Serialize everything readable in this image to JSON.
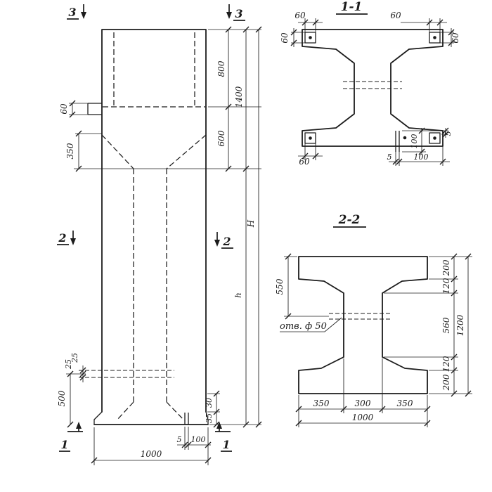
{
  "colors": {
    "ink": "#1c1c1c",
    "paper": "#ffffff"
  },
  "elevation": {
    "markers": {
      "top_left": "3",
      "top_right": "3",
      "mid_left": "2",
      "mid_right": "2",
      "bottom_left": "1",
      "bottom_right": "1"
    },
    "dims": {
      "step": "60",
      "taper": "350",
      "top_block": "800",
      "neck": "600",
      "upper_total": "1400",
      "overall": "H",
      "shaft": "h",
      "hole_upper": "25",
      "hole_lower": "25",
      "hole_height": "500",
      "foot_upper": "30",
      "foot_lower": "35",
      "plate_thk": "5",
      "plate_len": "100",
      "width": "1000"
    }
  },
  "section11": {
    "title": "1-1",
    "dims": {
      "plate_tl": "60",
      "plate_tr": "60",
      "tip_left": "60",
      "tip_right": "60",
      "plate_bl": "60",
      "plate_thk": "5",
      "plate_len": "100",
      "side_len": "100",
      "side_thk": "5"
    }
  },
  "section22": {
    "title": "2-2",
    "hole_note": "отв. ф 50",
    "dims": {
      "hole_top": "550",
      "tip_top": "200",
      "haunch_top": "120",
      "web": "560",
      "haunch_bottom": "120",
      "tip_bottom": "200",
      "height": "1200",
      "seg_left": "350",
      "seg_mid": "300",
      "seg_right": "350",
      "width": "1000"
    }
  }
}
